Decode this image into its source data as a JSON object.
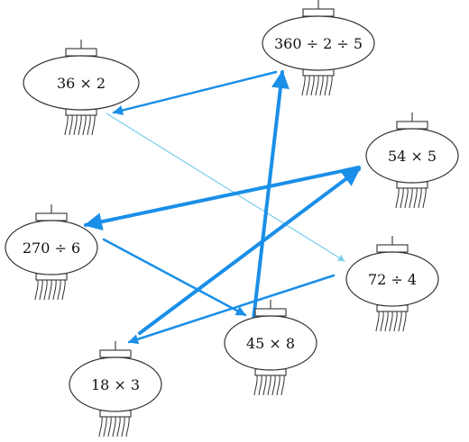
{
  "lanterns": [
    {
      "id": "l1",
      "label": "36 × 2"
    },
    {
      "id": "l2",
      "label": "360 ÷ 2 ÷ 5"
    },
    {
      "id": "l3",
      "label": "54 × 5"
    },
    {
      "id": "l4",
      "label": "270 ÷ 6"
    },
    {
      "id": "l5",
      "label": "72 ÷ 4"
    },
    {
      "id": "l6",
      "label": "45 × 8"
    },
    {
      "id": "l7",
      "label": "18 × 3"
    }
  ],
  "colors": {
    "arrow_strong": "#1a8fe8",
    "arrow_light": "#7fd0ef",
    "outline": "#333333"
  },
  "connections": [
    {
      "from": "l2",
      "to": "l1",
      "style": "medium",
      "color": "arrow_strong"
    },
    {
      "from": "l1",
      "to": "l5",
      "style": "thin",
      "color": "arrow_light"
    },
    {
      "from": "l3",
      "to": "l4",
      "style": "thick",
      "color": "arrow_strong"
    },
    {
      "from": "l4",
      "to": "l6",
      "style": "medium",
      "color": "arrow_strong"
    },
    {
      "from": "l6",
      "to": "l2",
      "style": "thick",
      "color": "arrow_strong"
    },
    {
      "from": "l7",
      "to": "l3",
      "style": "thick",
      "color": "arrow_strong"
    },
    {
      "from": "l5",
      "to": "l7",
      "style": "medium",
      "color": "arrow_strong"
    }
  ]
}
